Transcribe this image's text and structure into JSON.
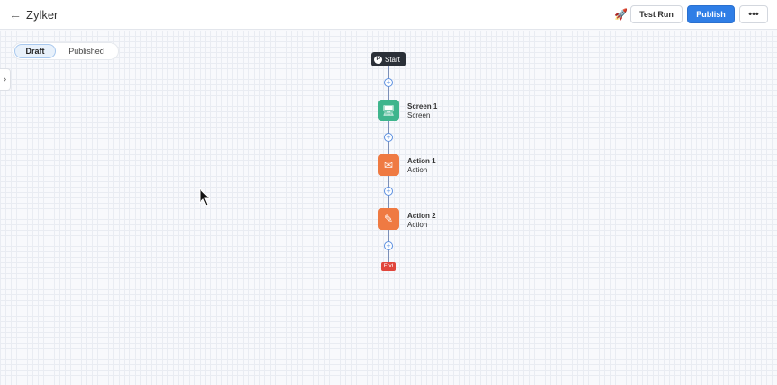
{
  "header": {
    "title": "Zylker",
    "test_run": "Test Run",
    "publish": "Publish",
    "more": "•••"
  },
  "toggle": {
    "draft": "Draft",
    "published": "Published"
  },
  "flow": {
    "start": "Start",
    "end": "End",
    "nodes": [
      {
        "name": "Screen 1",
        "type": "Screen",
        "color": "#3fb58d"
      },
      {
        "name": "Action 1",
        "type": "Action",
        "color": "#ef7a42"
      },
      {
        "name": "Action 2",
        "type": "Action",
        "color": "#ef7a42"
      }
    ]
  }
}
